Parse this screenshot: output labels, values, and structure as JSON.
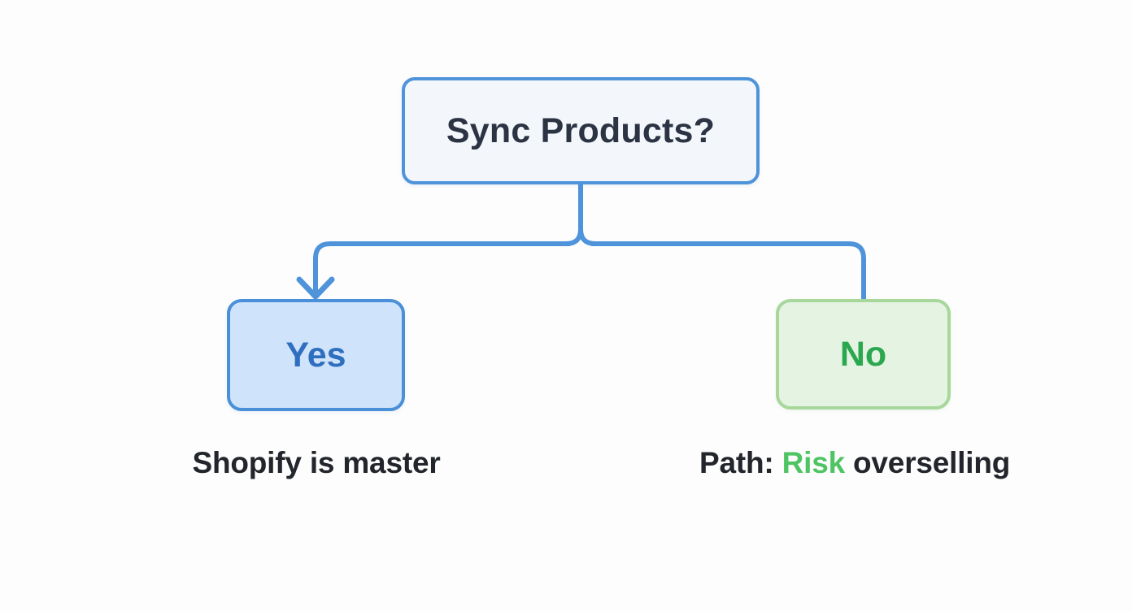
{
  "diagram": {
    "type": "decision-flowchart",
    "background_color": "#fdfdfd",
    "nodes": {
      "root": {
        "label": "Sync Products?",
        "fill": "#f3f7fc",
        "border": "#4f93db",
        "text_color": "#2c3444"
      },
      "yes": {
        "label": "Yes",
        "fill": "#cfe3fa",
        "border": "#4a90d9",
        "text_color": "#2f6fc0"
      },
      "no": {
        "label": "No",
        "fill": "#e4f3e2",
        "border": "#a8d79c",
        "text_color": "#2ba84f"
      }
    },
    "connectors": {
      "color": "#4f93db",
      "left_branch_arrowhead": "chevron-down",
      "right_branch_arrowhead": "none"
    },
    "captions": {
      "left": {
        "text": "Shopify is master",
        "color": "#22252b"
      },
      "right": {
        "prefix": "Path: ",
        "highlight": "Risk",
        "highlight_color": "#4fc463",
        "suffix": " overselling",
        "color": "#22252b"
      }
    }
  }
}
